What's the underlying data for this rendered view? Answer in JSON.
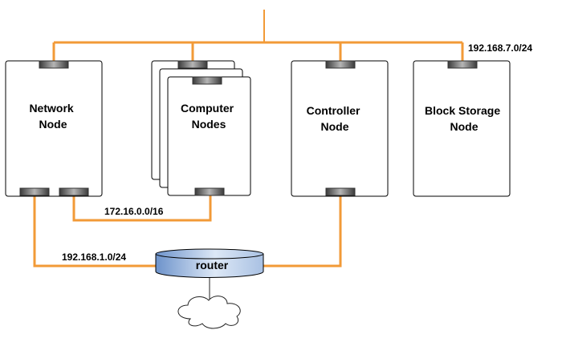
{
  "nodes": {
    "network": [
      "Network",
      "Node"
    ],
    "compute": [
      "Computer",
      "Nodes"
    ],
    "controller": [
      "Controller",
      "Node"
    ],
    "storage": [
      "Block Storage",
      "Node"
    ]
  },
  "networks": {
    "management": "192.168.7.0/24",
    "data": "172.16.0.0/16",
    "external": "192.168.1.0/24"
  },
  "router": {
    "label": "router"
  },
  "colors": {
    "link": "#F29A37",
    "router_fill_dark": "#6D93CB",
    "router_fill_light": "#DDE8F6",
    "port_fill": "#606060"
  }
}
